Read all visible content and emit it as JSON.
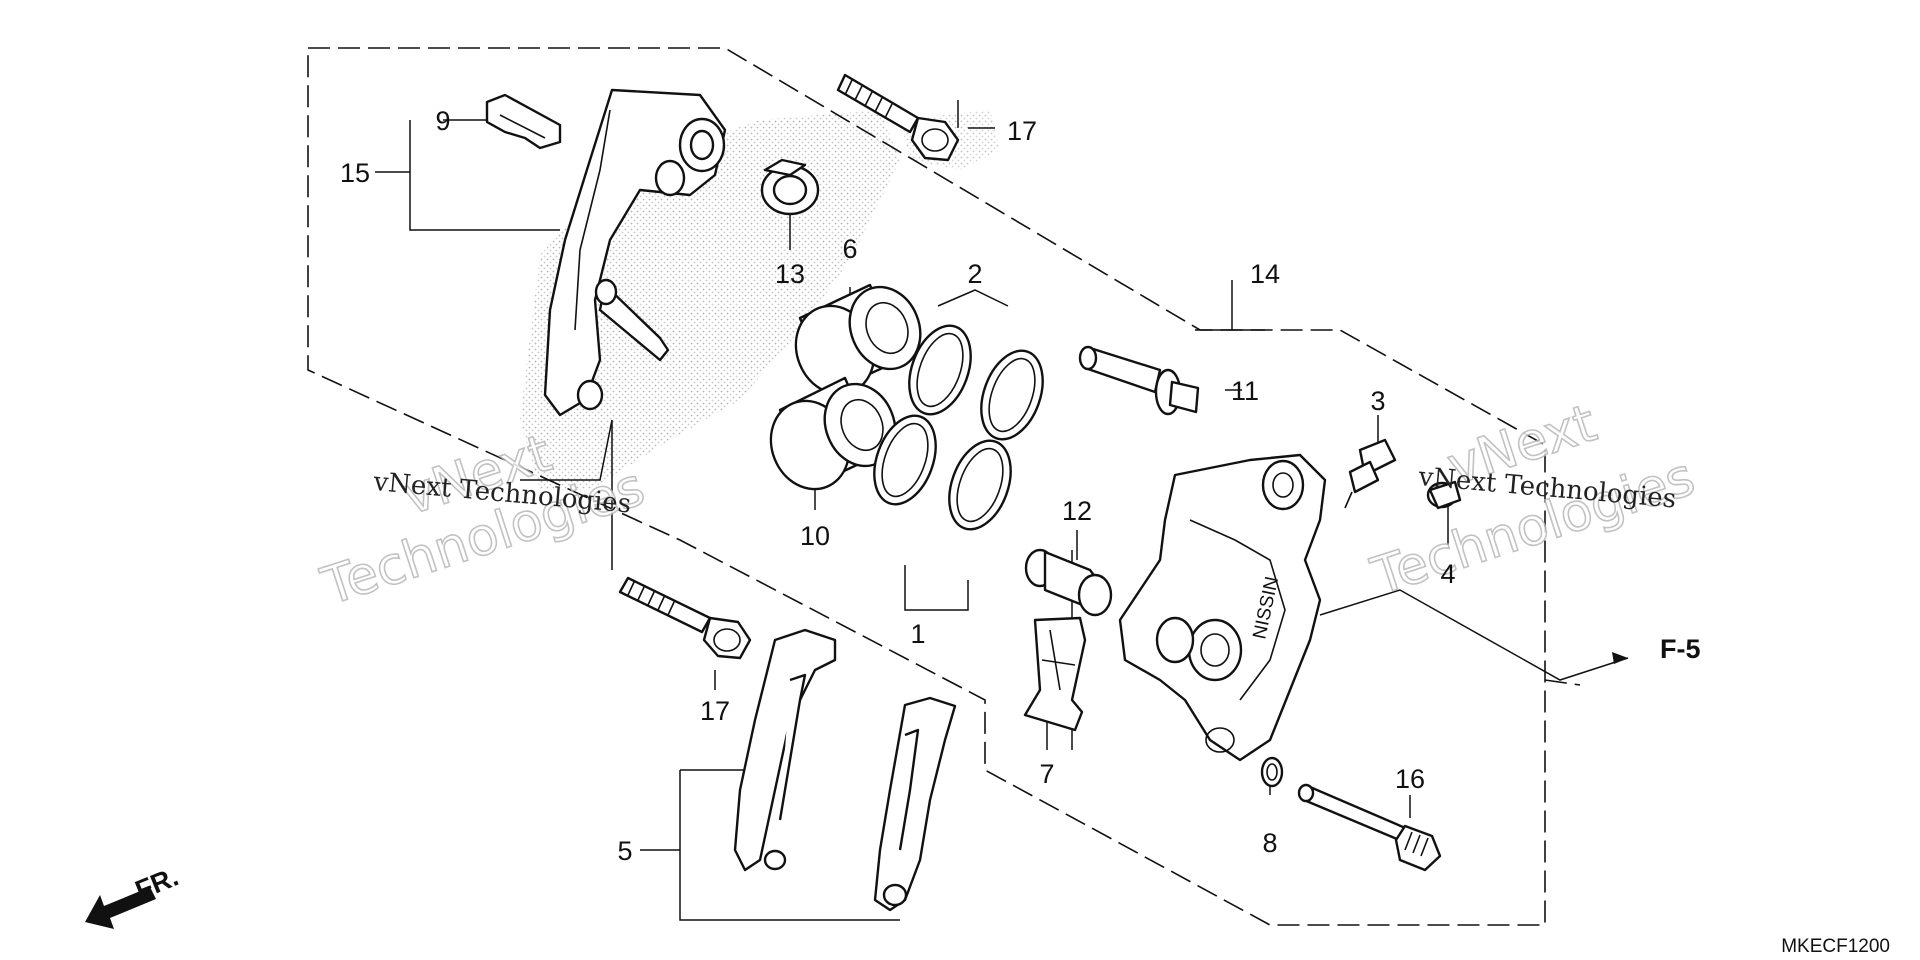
{
  "callouts": {
    "c1": "1",
    "c2": "2",
    "c3": "3",
    "c4": "4",
    "c5": "5",
    "c6": "6",
    "c7": "7",
    "c8": "8",
    "c9": "9",
    "c10": "10",
    "c11": "11",
    "c12": "12",
    "c13": "13",
    "c14": "14",
    "c15": "15",
    "c16": "16",
    "c17a": "17",
    "c17b": "17"
  },
  "references": {
    "section_ref": "F-5",
    "front_mark": "FR."
  },
  "caliper_brand": "NISSIN",
  "diagram_code": "MKECF1200",
  "watermark": {
    "small": "vNext Technologies",
    "line1": "vNext",
    "line2": "Technologies"
  }
}
